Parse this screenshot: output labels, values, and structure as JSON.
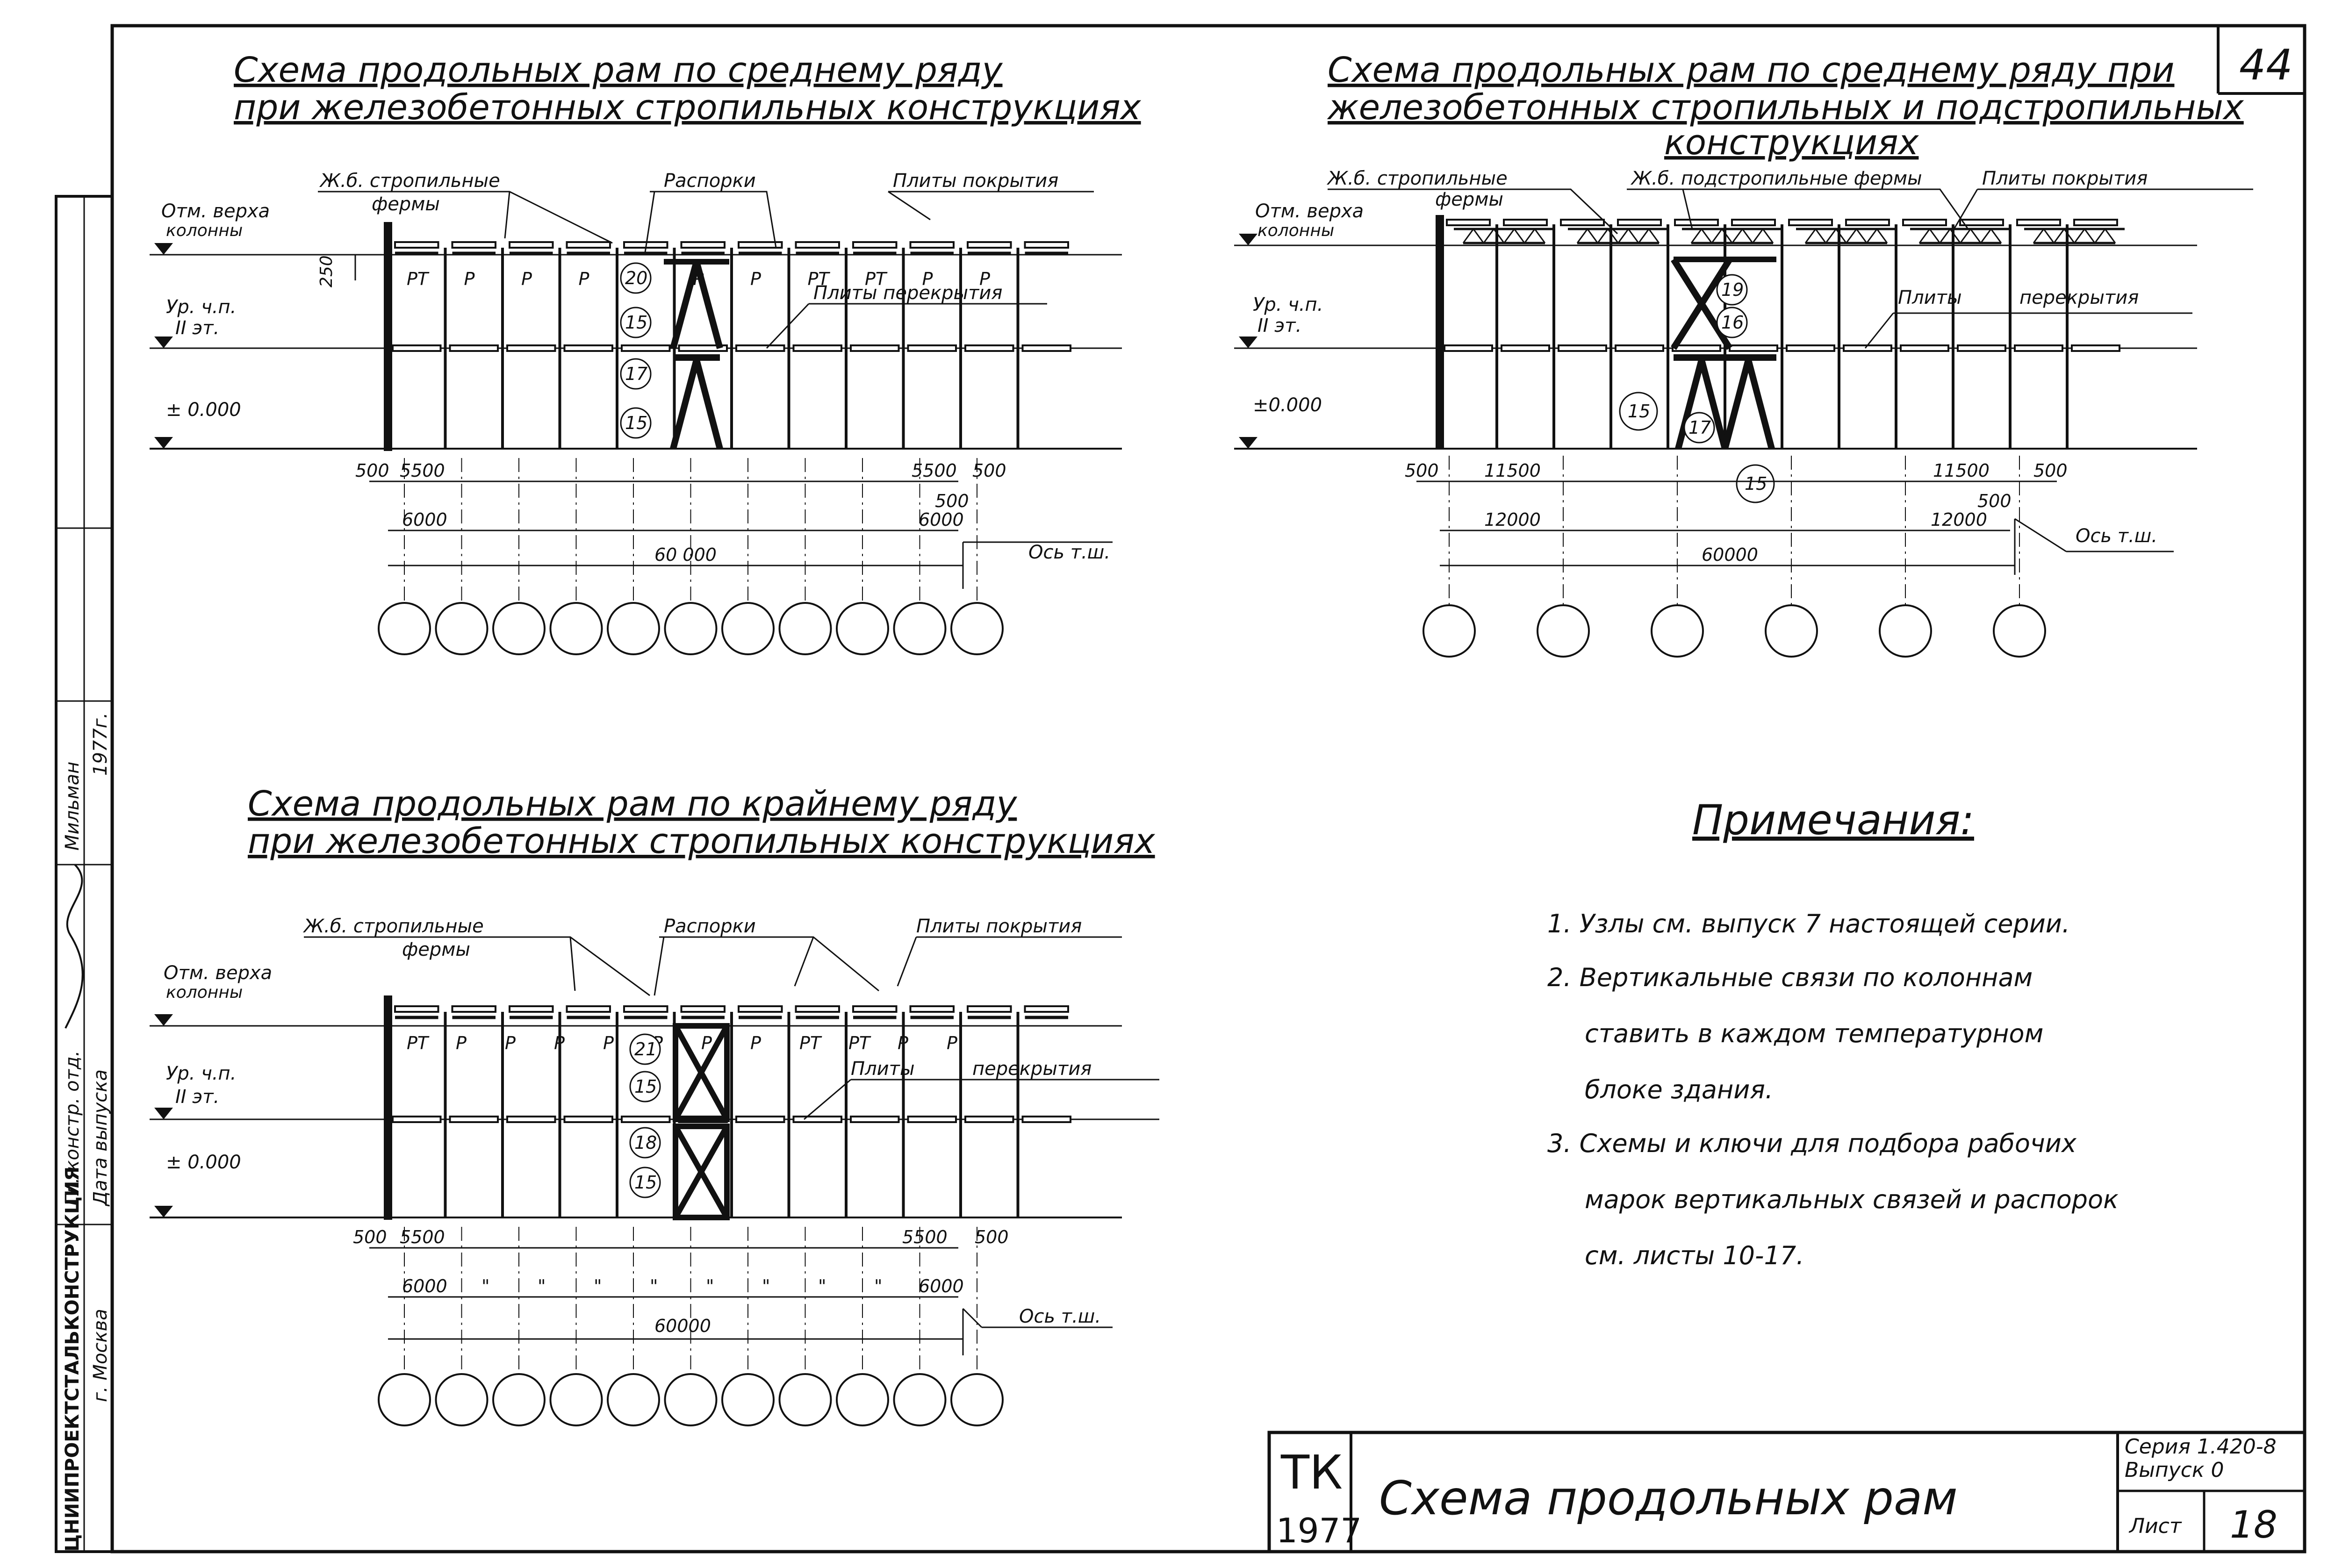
{
  "sheet": {
    "sheet_number": "44",
    "stamp_code": "ТК",
    "stamp_year": "1977",
    "title": "Схема продольных рам",
    "series_label": "Серия 1.420-8",
    "issue_label": "Выпуск 0",
    "list_label": "Лист",
    "list_number": "18"
  },
  "side_stamp": {
    "org": "ЦНИИПРОЕКТСТАЛЬКОНСТРУКЦИЯ",
    "city": "г. Москва",
    "dept": "Гл. констр. отд.",
    "author": "Мильман",
    "release": "Дата выпуска",
    "year": "1977г."
  },
  "scheme_a": {
    "title_line1": "Схема продольных рам по среднему ряду",
    "title_line2": "при железобетонных стропильных конструкциях",
    "labels": {
      "trusses": "Ж.б. стропильные",
      "trusses2": "фермы",
      "struts": "Распорки",
      "roof": "Плиты покрытия",
      "floor": "Плиты перекрытия",
      "top_col": "Отм. верха",
      "top_col2": "колонны",
      "floor_lvl": "Ур. ч.п.",
      "floor_lvl2": "II эт.",
      "zero": "± 0.000",
      "h250": "250",
      "axis": "Ось т.ш."
    },
    "markers": [
      "20",
      "15",
      "17",
      "15"
    ],
    "beam_tags": [
      "РТ",
      "Р",
      "Р",
      "Р",
      "Р",
      "Р",
      "Р",
      "РТ",
      "РТ",
      "Р",
      "Р"
    ],
    "dims": {
      "d500_left": "500",
      "d5500_left": "5500",
      "d6000_left": "6000",
      "d5500_right": "5500",
      "d500_right": "500",
      "d500_right2": "500",
      "d6000_right": "6000",
      "total": "60 000"
    }
  },
  "scheme_b": {
    "title_line1": "Схема продольных рам по среднему ряду при",
    "title_line2": "железобетонных стропильных и подстропильных",
    "title_line3": "конструкциях",
    "labels": {
      "trusses": "Ж.б. стропильные",
      "trusses2": "фермы",
      "subtrusses": "Ж.б. подстропильные фермы",
      "roof": "Плиты покрытия",
      "floor": "Плиты",
      "floor2": "перекрытия",
      "top_col": "Отм. верха",
      "top_col2": "колонны",
      "floor_lvl": "Ур. ч.п.",
      "floor_lvl2": "II эт.",
      "zero": "±0.000",
      "axis": "Ось т.ш."
    },
    "markers": [
      "19",
      "16",
      "15",
      "17",
      "15"
    ],
    "dims": {
      "d500_left": "500",
      "d11500_left": "11500",
      "d12000_left": "12000",
      "d11500_right": "11500",
      "d500_right": "500",
      "d500_right2": "500",
      "d12000_right": "12000",
      "total": "60000"
    }
  },
  "scheme_c": {
    "title_line1": "Схема продольных рам по крайнему ряду",
    "title_line2": "при железобетонных стропильных конструкциях",
    "labels": {
      "trusses": "Ж.б. стропильные",
      "trusses2": "фермы",
      "struts": "Распорки",
      "roof": "Плиты покрытия",
      "floor": "Плиты",
      "floor2": "перекрытия",
      "top_col": "Отм. верха",
      "top_col2": "колонны",
      "floor_lvl": "Ур. ч.п.",
      "floor_lvl2": "II эт.",
      "zero": "± 0.000",
      "axis": "Ось т.ш."
    },
    "markers": [
      "21",
      "15",
      "18",
      "15"
    ],
    "beam_tags": [
      "РТ",
      "Р",
      "Р",
      "Р",
      "Р",
      "Р",
      "Р",
      "Р",
      "РТ",
      "РТ",
      "Р",
      "Р"
    ],
    "dims": {
      "d500_left": "500",
      "d5500_left": "5500",
      "d6000_left": "6000",
      "d5500_right": "5500",
      "d500_right": "500",
      "d6000_right": "6000",
      "ditto": "\"",
      "total": "60000"
    }
  },
  "notes": {
    "heading": "Примечания:",
    "item1": "1. Узлы см. выпуск 7 настоящей серии.",
    "item2a": "2. Вертикальные связи по колоннам",
    "item2b": "ставить в каждом температурном",
    "item2c": "блоке здания.",
    "item3a": "3. Схемы и ключи для подбора рабочих",
    "item3b": "марок вертикальных связей и распорок",
    "item3c": "см. листы 10-17."
  }
}
